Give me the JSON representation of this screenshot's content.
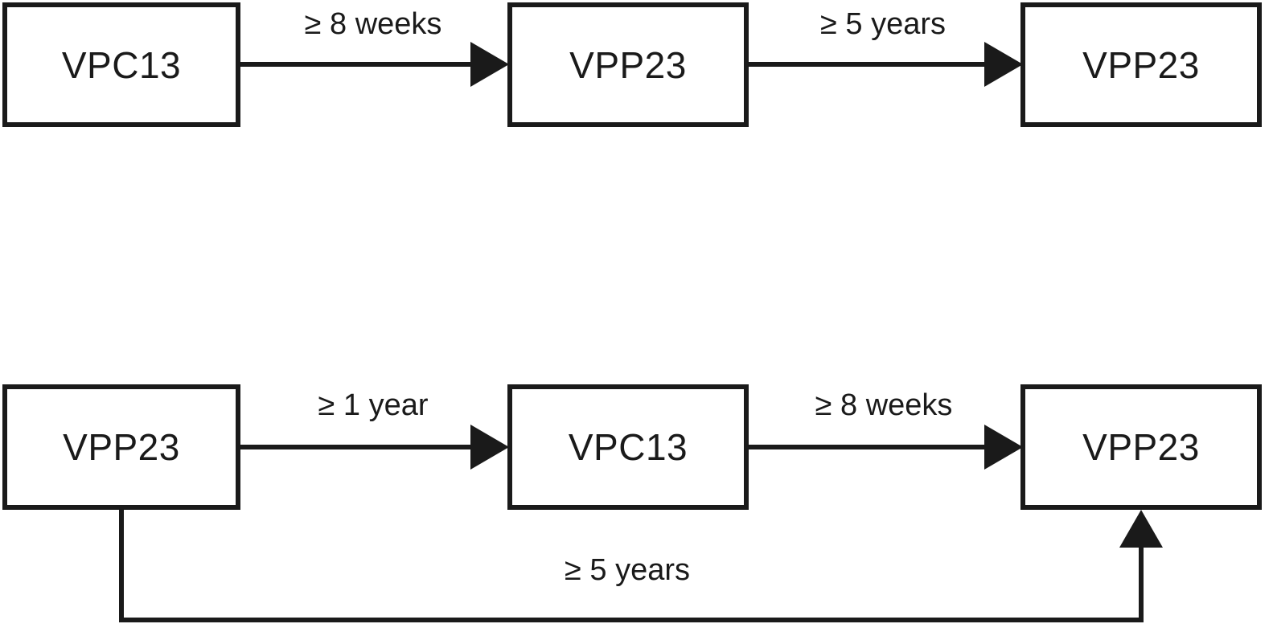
{
  "rows": [
    {
      "boxes": [
        "VPC13",
        "VPP23",
        "VPP23"
      ],
      "intervals": [
        "≥ 8 weeks",
        "≥ 5 years"
      ]
    },
    {
      "boxes": [
        "VPP23",
        "VPC13",
        "VPP23"
      ],
      "intervals": [
        "≥ 1 year",
        "≥ 8 weeks"
      ],
      "bypass_interval": "≥ 5 years"
    }
  ],
  "colors": {
    "stroke": "#1a1a1a",
    "background": "#ffffff"
  }
}
